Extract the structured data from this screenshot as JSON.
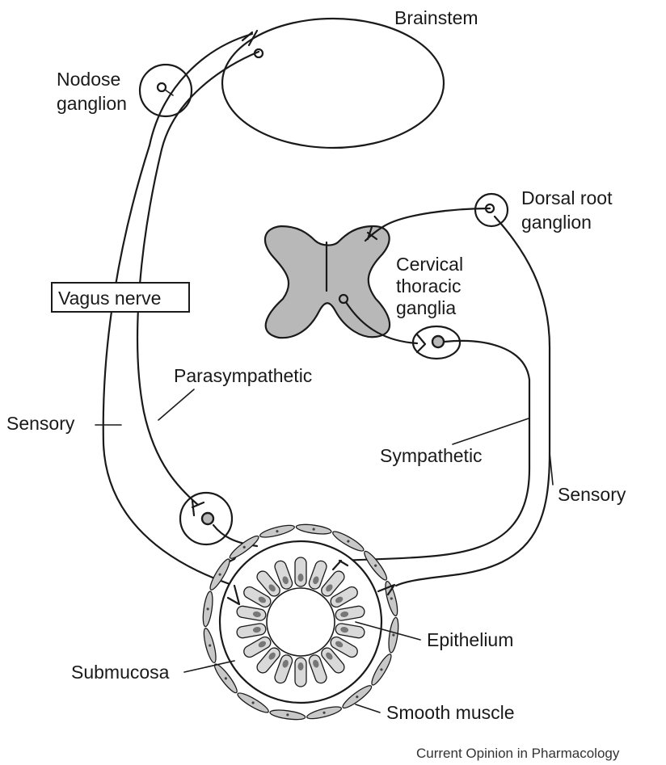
{
  "labels": {
    "brainstem": "Brainstem",
    "nodose_ganglion_line1": "Nodose",
    "nodose_ganglion_line2": "ganglion",
    "dorsal_root_ganglion_line1": "Dorsal root",
    "dorsal_root_ganglion_line2": "ganglion",
    "cervical_thoracic_ganglia_line1": "Cervical",
    "cervical_thoracic_ganglia_line2": "thoracic",
    "cervical_thoracic_ganglia_line3": "ganglia",
    "vagus_nerve": "Vagus nerve",
    "parasympathetic": "Parasympathetic",
    "sensory_left": "Sensory",
    "sympathetic": "Sympathetic",
    "sensory_right": "Sensory",
    "epithelium": "Epithelium",
    "submucosa": "Submucosa",
    "smooth_muscle": "Smooth muscle"
  },
  "credit": "Current Opinion in Pharmacology",
  "colors": {
    "line": "#1a1a1a",
    "spinal_cord_fill": "#b8b8b8",
    "epithelial_cell_fill": "#d9d9d9",
    "muscle_cell_fill": "#c8c8c8",
    "background": "#ffffff"
  }
}
